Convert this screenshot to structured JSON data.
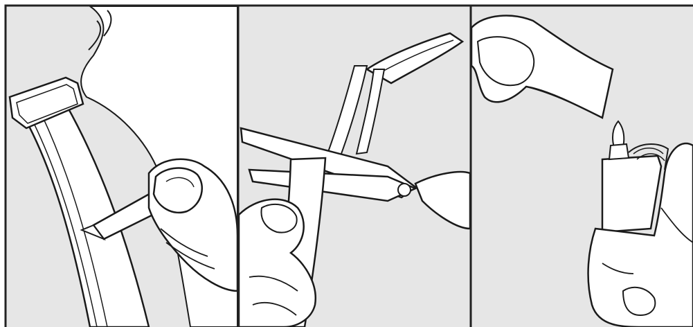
{
  "illustration": {
    "panel_count": 3,
    "panels": [
      {
        "depicts": "marker-marking-strap"
      },
      {
        "depicts": "scissors-cutting-strap"
      },
      {
        "depicts": "lighter-sealing-strap-end"
      }
    ]
  },
  "colors": {
    "background": "#e6e6e6",
    "line": "#1a1a1a",
    "fill": "#ffffff",
    "border": "#222222"
  }
}
